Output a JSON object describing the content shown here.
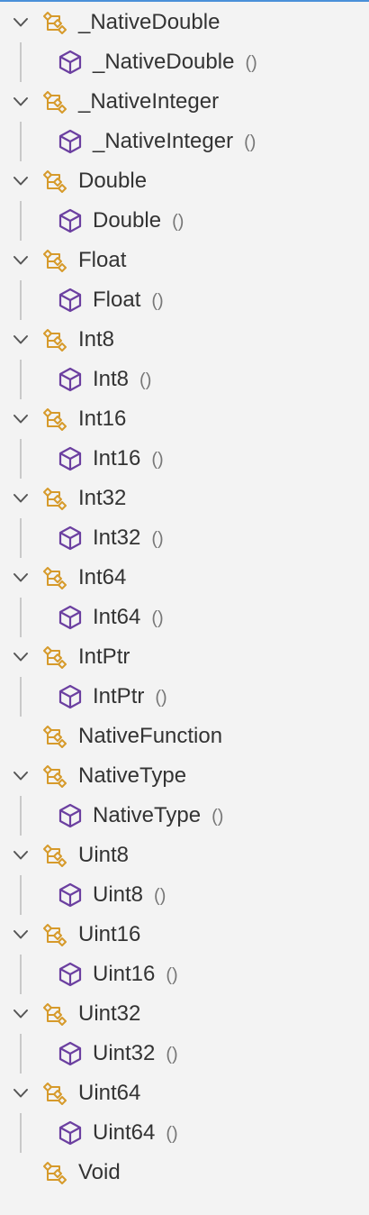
{
  "colors": {
    "class_icon": "#d69a2b",
    "constructor_icon": "#6b3fa0",
    "chevron": "#555555",
    "guide": "#c9c9c9",
    "text": "#333333",
    "parens": "#777777",
    "background": "#f3f3f3",
    "top_border": "#4a90d9"
  },
  "icons": {
    "expanded": "chevron-down-icon",
    "class": "class-hierarchy-icon",
    "constructor": "cube-icon"
  },
  "tree": [
    {
      "name": "_NativeDouble",
      "expanded": true,
      "children": [
        {
          "name": "_NativeDouble",
          "suffix": "()"
        }
      ]
    },
    {
      "name": "_NativeInteger",
      "expanded": true,
      "children": [
        {
          "name": "_NativeInteger",
          "suffix": "()"
        }
      ]
    },
    {
      "name": "Double",
      "expanded": true,
      "children": [
        {
          "name": "Double",
          "suffix": "()"
        }
      ]
    },
    {
      "name": "Float",
      "expanded": true,
      "children": [
        {
          "name": "Float",
          "suffix": "()"
        }
      ]
    },
    {
      "name": "Int8",
      "expanded": true,
      "children": [
        {
          "name": "Int8",
          "suffix": "()"
        }
      ]
    },
    {
      "name": "Int16",
      "expanded": true,
      "children": [
        {
          "name": "Int16",
          "suffix": "()"
        }
      ]
    },
    {
      "name": "Int32",
      "expanded": true,
      "children": [
        {
          "name": "Int32",
          "suffix": "()"
        }
      ]
    },
    {
      "name": "Int64",
      "expanded": true,
      "children": [
        {
          "name": "Int64",
          "suffix": "()"
        }
      ]
    },
    {
      "name": "IntPtr",
      "expanded": true,
      "children": [
        {
          "name": "IntPtr",
          "suffix": "()"
        }
      ]
    },
    {
      "name": "NativeFunction",
      "expanded": false,
      "children": []
    },
    {
      "name": "NativeType",
      "expanded": true,
      "children": [
        {
          "name": "NativeType",
          "suffix": "()"
        }
      ]
    },
    {
      "name": "Uint8",
      "expanded": true,
      "children": [
        {
          "name": "Uint8",
          "suffix": "()"
        }
      ]
    },
    {
      "name": "Uint16",
      "expanded": true,
      "children": [
        {
          "name": "Uint16",
          "suffix": "()"
        }
      ]
    },
    {
      "name": "Uint32",
      "expanded": true,
      "children": [
        {
          "name": "Uint32",
          "suffix": "()"
        }
      ]
    },
    {
      "name": "Uint64",
      "expanded": true,
      "children": [
        {
          "name": "Uint64",
          "suffix": "()"
        }
      ]
    },
    {
      "name": "Void",
      "expanded": false,
      "children": []
    }
  ]
}
